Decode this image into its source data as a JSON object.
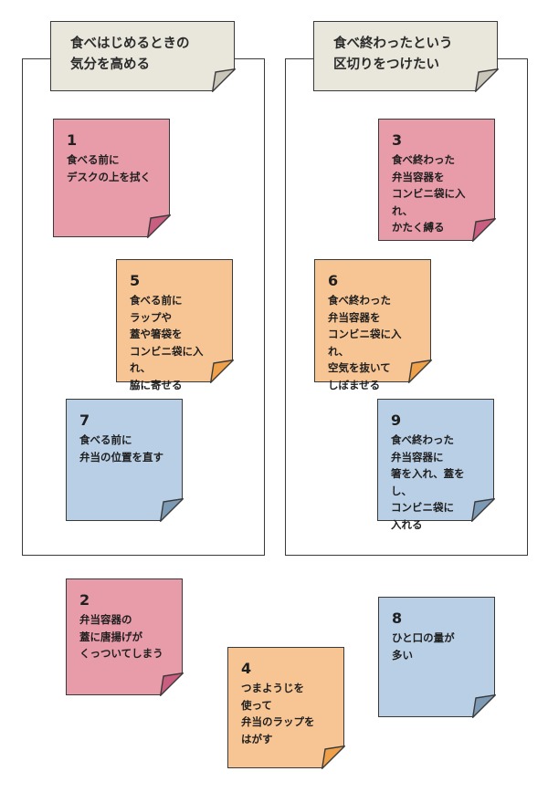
{
  "groups": {
    "left": {
      "title": "食べはじめるときの\n気分を高める"
    },
    "right": {
      "title": "食べ終わったという\n区切りをつけたい"
    }
  },
  "notes": [
    {
      "number": "1",
      "text": "食べる前に\nデスクの上を拭く",
      "color": "#e89ba8",
      "flap": "#c95e80"
    },
    {
      "number": "2",
      "text": "弁当容器の\n蓋に唐揚げが\nくっついてしまう",
      "color": "#e89ba8",
      "flap": "#c95e80"
    },
    {
      "number": "3",
      "text": "食べ終わった\n弁当容器を\nコンビニ袋に入れ、\nかたく縛る",
      "color": "#e89ba8",
      "flap": "#c95e80"
    },
    {
      "number": "4",
      "text": "つまようじを\n使って\n弁当のラップを\nはがす",
      "color": "#f7c594",
      "flap": "#efa04a"
    },
    {
      "number": "5",
      "text": "食べる前に\nラップや\n蓋や箸袋を\nコンビニ袋に入れ、\n脇に寄せる",
      "color": "#f7c594",
      "flap": "#efa04a"
    },
    {
      "number": "6",
      "text": "食べ終わった\n弁当容器を\nコンビニ袋に入れ、\n空気を抜いて\nしぼませる",
      "color": "#f7c594",
      "flap": "#efa04a"
    },
    {
      "number": "7",
      "text": "食べる前に\n弁当の位置を直す",
      "color": "#b9cfe6",
      "flap": "#7d9ab5"
    },
    {
      "number": "8",
      "text": "ひと口の量が\n多い",
      "color": "#b9cfe6",
      "flap": "#7d9ab5"
    },
    {
      "number": "9",
      "text": "食べ終わった\n弁当容器に\n箸を入れ、蓋をし、\nコンビニ袋に\n入れる",
      "color": "#b9cfe6",
      "flap": "#7d9ab5"
    }
  ]
}
